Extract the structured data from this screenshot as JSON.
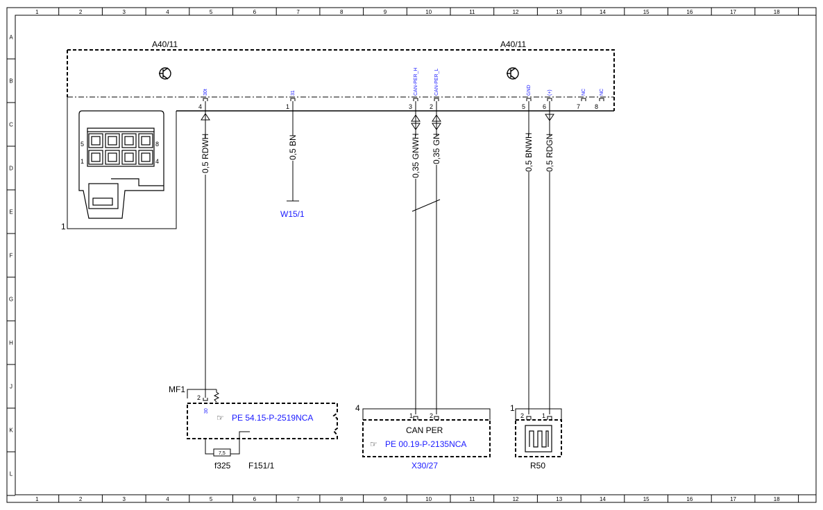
{
  "frame": {
    "columns": [
      "1",
      "2",
      "3",
      "4",
      "5",
      "6",
      "7",
      "8",
      "9",
      "10",
      "11",
      "12",
      "13",
      "14",
      "15",
      "16",
      "17",
      "18"
    ],
    "rows": [
      "A",
      "B",
      "C",
      "D",
      "E",
      "F",
      "G",
      "H",
      "J",
      "K",
      "L"
    ]
  },
  "components": {
    "a40_left": "A40/11",
    "a40_right": "A40/11",
    "connector_ref": "1",
    "connector_pin_5": "5",
    "connector_pin_8": "8",
    "connector_pin_1": "1",
    "connector_pin_4": "4",
    "w15": "W15/1",
    "mf1": "MF1",
    "f325": "f325",
    "f151": "F151/1",
    "fuse_rating": "7,5",
    "x30_ref": "4",
    "x30_title": "CAN PER",
    "x30_label": "X30/27",
    "x30_pe": "PE 00.19-P-2135NCA",
    "f151_pe": "PE 54.15-P-2519NCA",
    "r50_ref": "1",
    "r50_label": "R50"
  },
  "pins": [
    {
      "num": "4",
      "name": "30t"
    },
    {
      "num": "1",
      "name": "31"
    },
    {
      "num": "3",
      "name": "CAN-PER_H"
    },
    {
      "num": "2",
      "name": "CAN-PER_L"
    },
    {
      "num": "5",
      "name": "GND"
    },
    {
      "num": "6",
      "name": "(+)"
    },
    {
      "num": "7",
      "name": "NC"
    },
    {
      "num": "8",
      "name": "NC"
    }
  ],
  "wires": {
    "w1": "0,5 RDWH",
    "w2": "0,5 BN",
    "w3": "0,35 GNWH",
    "w4": "0,35 GN",
    "w5": "0,5 BNWH",
    "w6": "0,5 RDGN"
  },
  "bottom_pins": {
    "mf1_pin": "2",
    "mf1_pin_name": "30",
    "x30_p1": "1",
    "x30_p2": "2",
    "r50_p2": "2",
    "r50_p1": "1"
  },
  "colors": {
    "link": "#1a1aff",
    "line": "#000000"
  }
}
